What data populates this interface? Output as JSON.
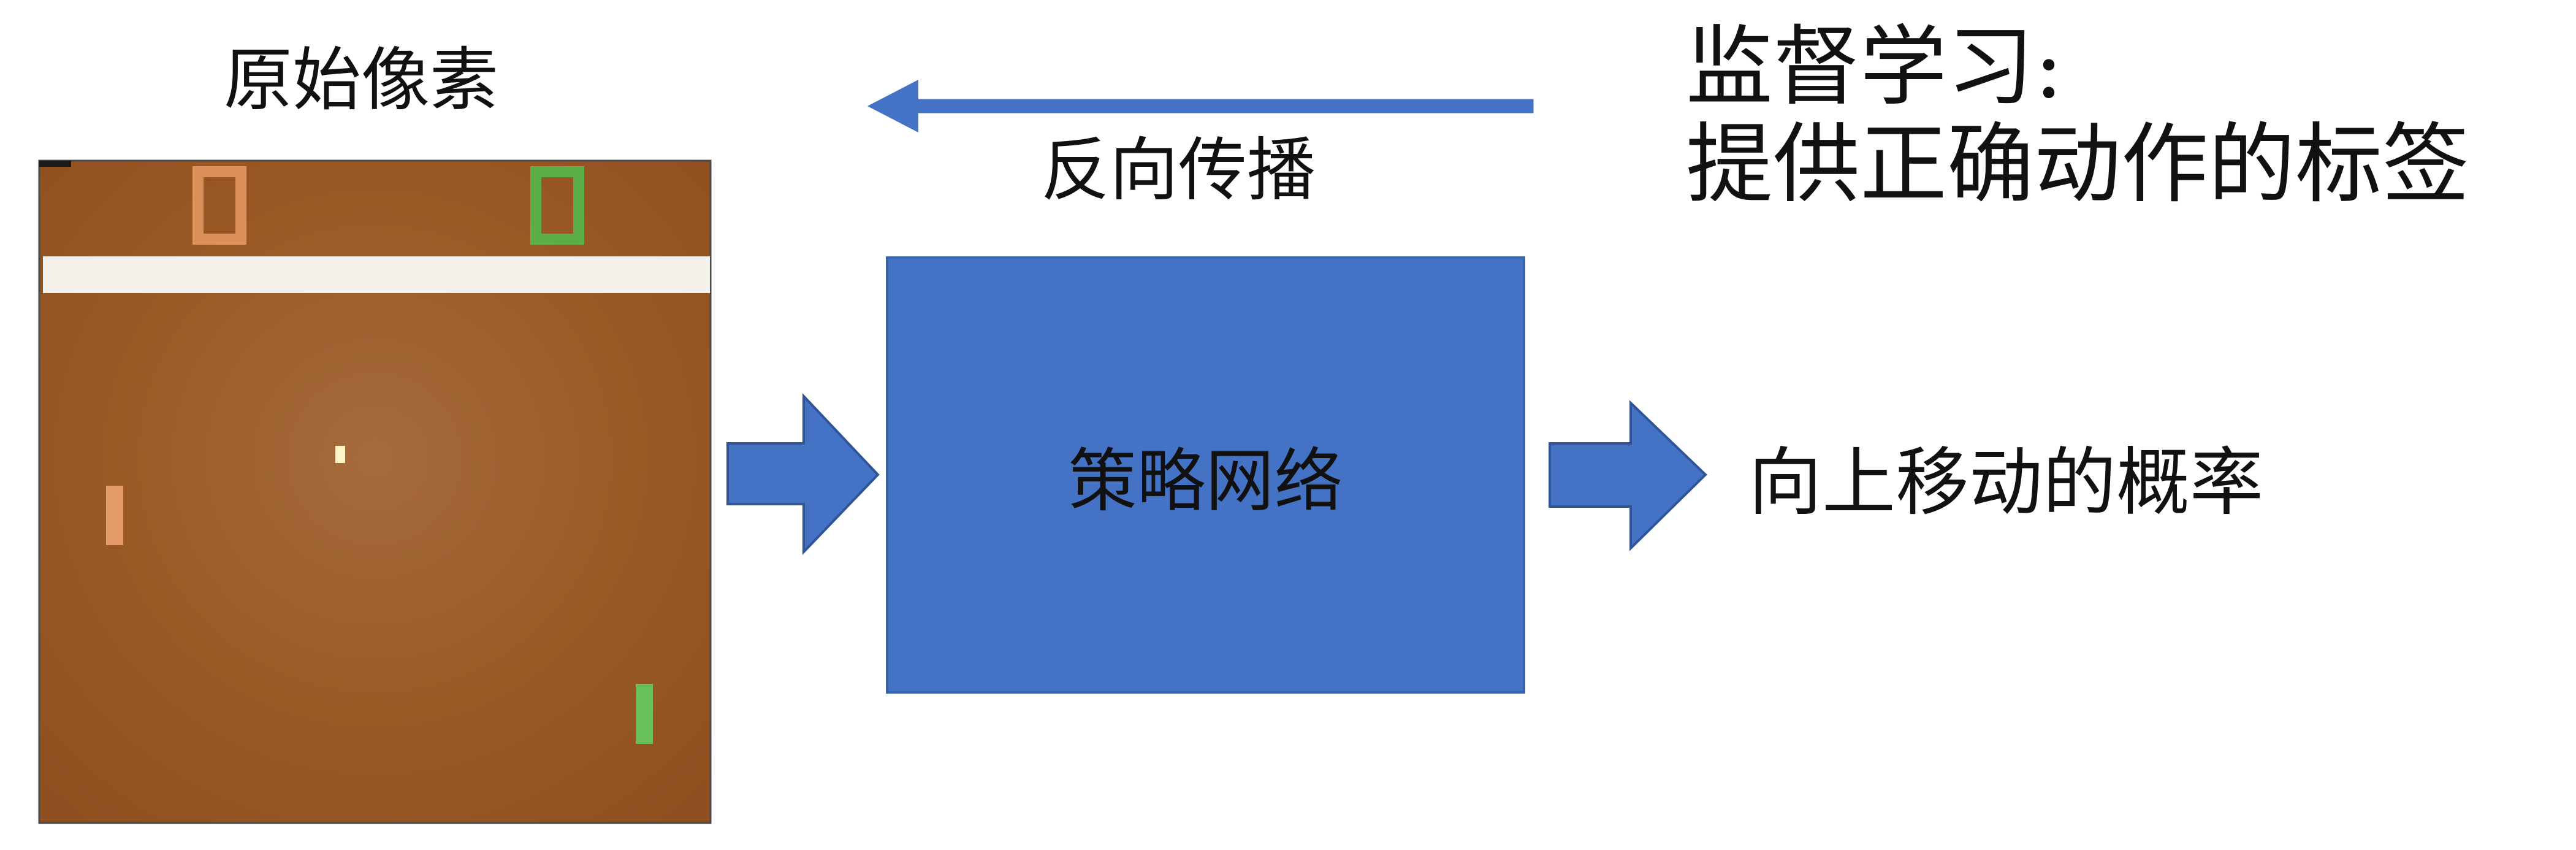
{
  "labels": {
    "raw_pixels": "原始像素",
    "backprop": "反向传播",
    "supervised_line1": "监督学习:",
    "supervised_line2": "提供正确动作的标签",
    "policy_network": "策略网络",
    "output": "向上移动的概率"
  },
  "colors": {
    "arrow_blue": "#4472c4",
    "game_background": "#9a5a26",
    "score_orange": "#e0935b",
    "score_green": "#5fb24a",
    "wall": "#f4f1ea",
    "ball": "#fff4c6"
  },
  "icons": {
    "input_arrow": "right-block-arrow",
    "output_arrow": "right-block-arrow",
    "feedback_arrow": "left-line-arrow"
  }
}
